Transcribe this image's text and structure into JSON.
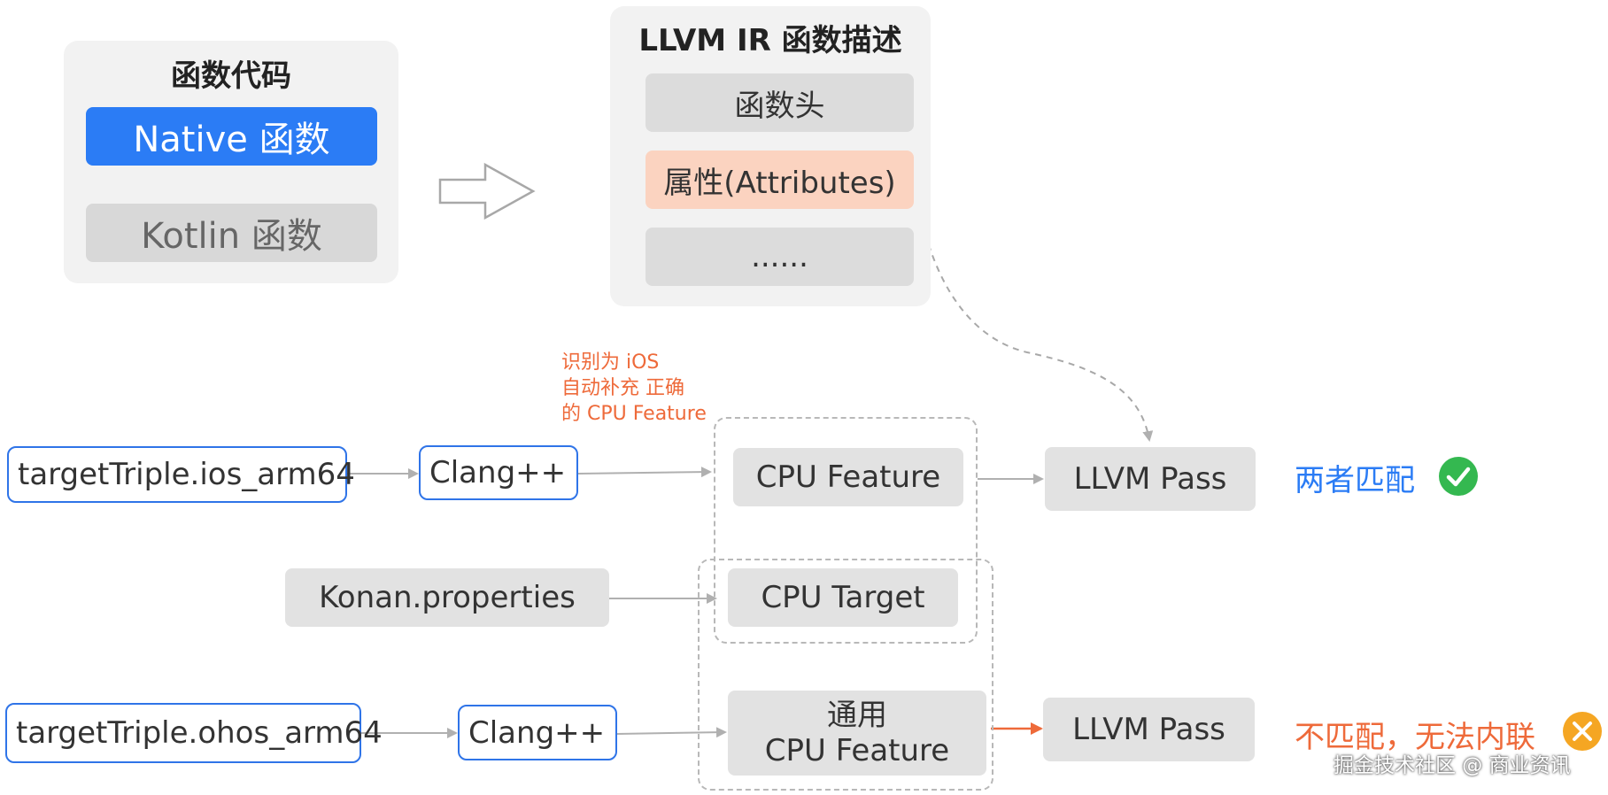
{
  "func_code": {
    "title": "函数代码",
    "native": "Native 函数",
    "kotlin": "Kotlin 函数"
  },
  "ir_desc": {
    "title": "LLVM IR 函数描述",
    "header": "函数头",
    "attributes": "属性(Attributes)",
    "more": "......"
  },
  "note_lines": [
    "识别为 iOS",
    "自动补充 正确",
    "的 CPU Feature"
  ],
  "row1": {
    "triple": "targetTriple.ios_arm64",
    "compiler": "Clang++",
    "feature": "CPU Feature",
    "pass": "LLVM Pass",
    "result": "两者匹配"
  },
  "row2": {
    "source": "Konan.properties",
    "target": "CPU Target"
  },
  "row3": {
    "triple": "targetTriple.ohos_arm64",
    "compiler": "Clang++",
    "feature_line1": "通用",
    "feature_line2": "CPU Feature",
    "pass": "LLVM Pass",
    "result": "不匹配，无法内联"
  },
  "watermark": "掘金技术社区 @ 商业资讯",
  "colors": {
    "blue": "#2b7cf5",
    "orange": "#ee6a3a",
    "green": "#34b850",
    "peach": "#fbd3c0",
    "panel": "#f2f2f2",
    "box": "#dcdcdc"
  },
  "icons": {
    "match": "check-circle-icon",
    "mismatch": "x-circle-icon",
    "transform": "hollow-arrow-icon"
  }
}
